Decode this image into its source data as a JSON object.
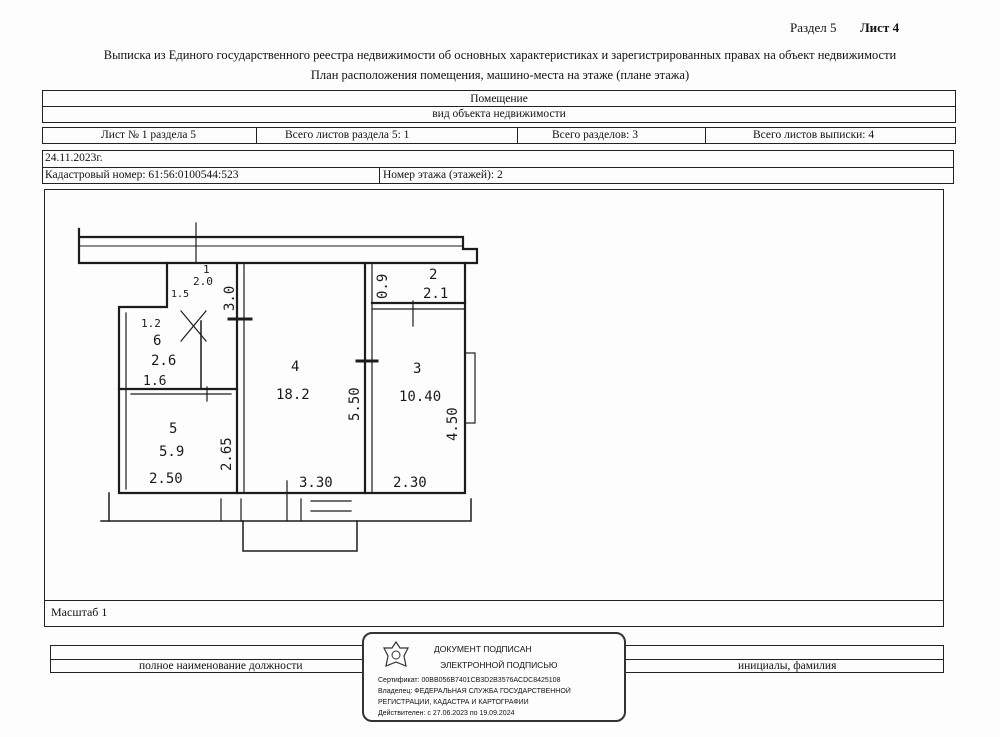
{
  "header": {
    "section": "Раздел 5",
    "sheet": "Лист 4"
  },
  "titles": {
    "main": "Выписка из Единого государственного реестра недвижимости об основных характеристиках и зарегистрированных правах на объект недвижимости",
    "sub": "План расположения помещения, машино-места на этаже (плане этажа)"
  },
  "object": {
    "name": "Помещение",
    "caption": "вид объекта недвижимости"
  },
  "info_row": {
    "sheet_of_section": "Лист № 1 раздела 5",
    "total_sheets_section": "Всего листов раздела 5: 1",
    "total_sections": "Всего разделов: 3",
    "total_sheets_extract": "Всего листов выписки: 4"
  },
  "date": "24.11.2023г.",
  "cadastral": "Кадастровый номер: 61:56:0100544:523",
  "floor": "Номер этажа (этажей): 2",
  "plan_labels": {
    "r4_num": "4",
    "r4_area": "18.2",
    "r3_num": "3",
    "r3_area": "10.40",
    "r5_num": "5",
    "r5_area": "5.9",
    "r6_num": "6",
    "r6_area": "2.6",
    "r2_num": "2",
    "r2_area": "2.1",
    "r1_num": "1",
    "r1_area": "2.0",
    "d_330": "3.30",
    "d_230": "2.30",
    "d_250": "2.50",
    "d_550": "5.50",
    "d_450": "4.50",
    "d_265": "2.65",
    "d_30": "3.0",
    "d_09": "0.9",
    "d_16": "1.6",
    "d_12": "1.2",
    "d_15": "1.5"
  },
  "scale": "Масштаб 1",
  "footer": {
    "position_caption": "полное наименование должности",
    "initials_caption": "инициалы, фамилия"
  },
  "stamp": {
    "line1": "ДОКУМЕНТ ПОДПИСАН",
    "line2": "ЭЛЕКТРОННОЙ ПОДПИСЬЮ",
    "cert": "Сертификат: 00BB056B7401CB3D2B3576ACDC8425108",
    "owner1": "Владелец: ФЕДЕРАЛЬНАЯ СЛУЖБА ГОСУДАРСТВЕННОЙ",
    "owner2": "РЕГИСТРАЦИИ, КАДАСТРА И КАРТОГРАФИИ",
    "valid": "Действителен: с 27.06.2023 по 19.09.2024"
  }
}
